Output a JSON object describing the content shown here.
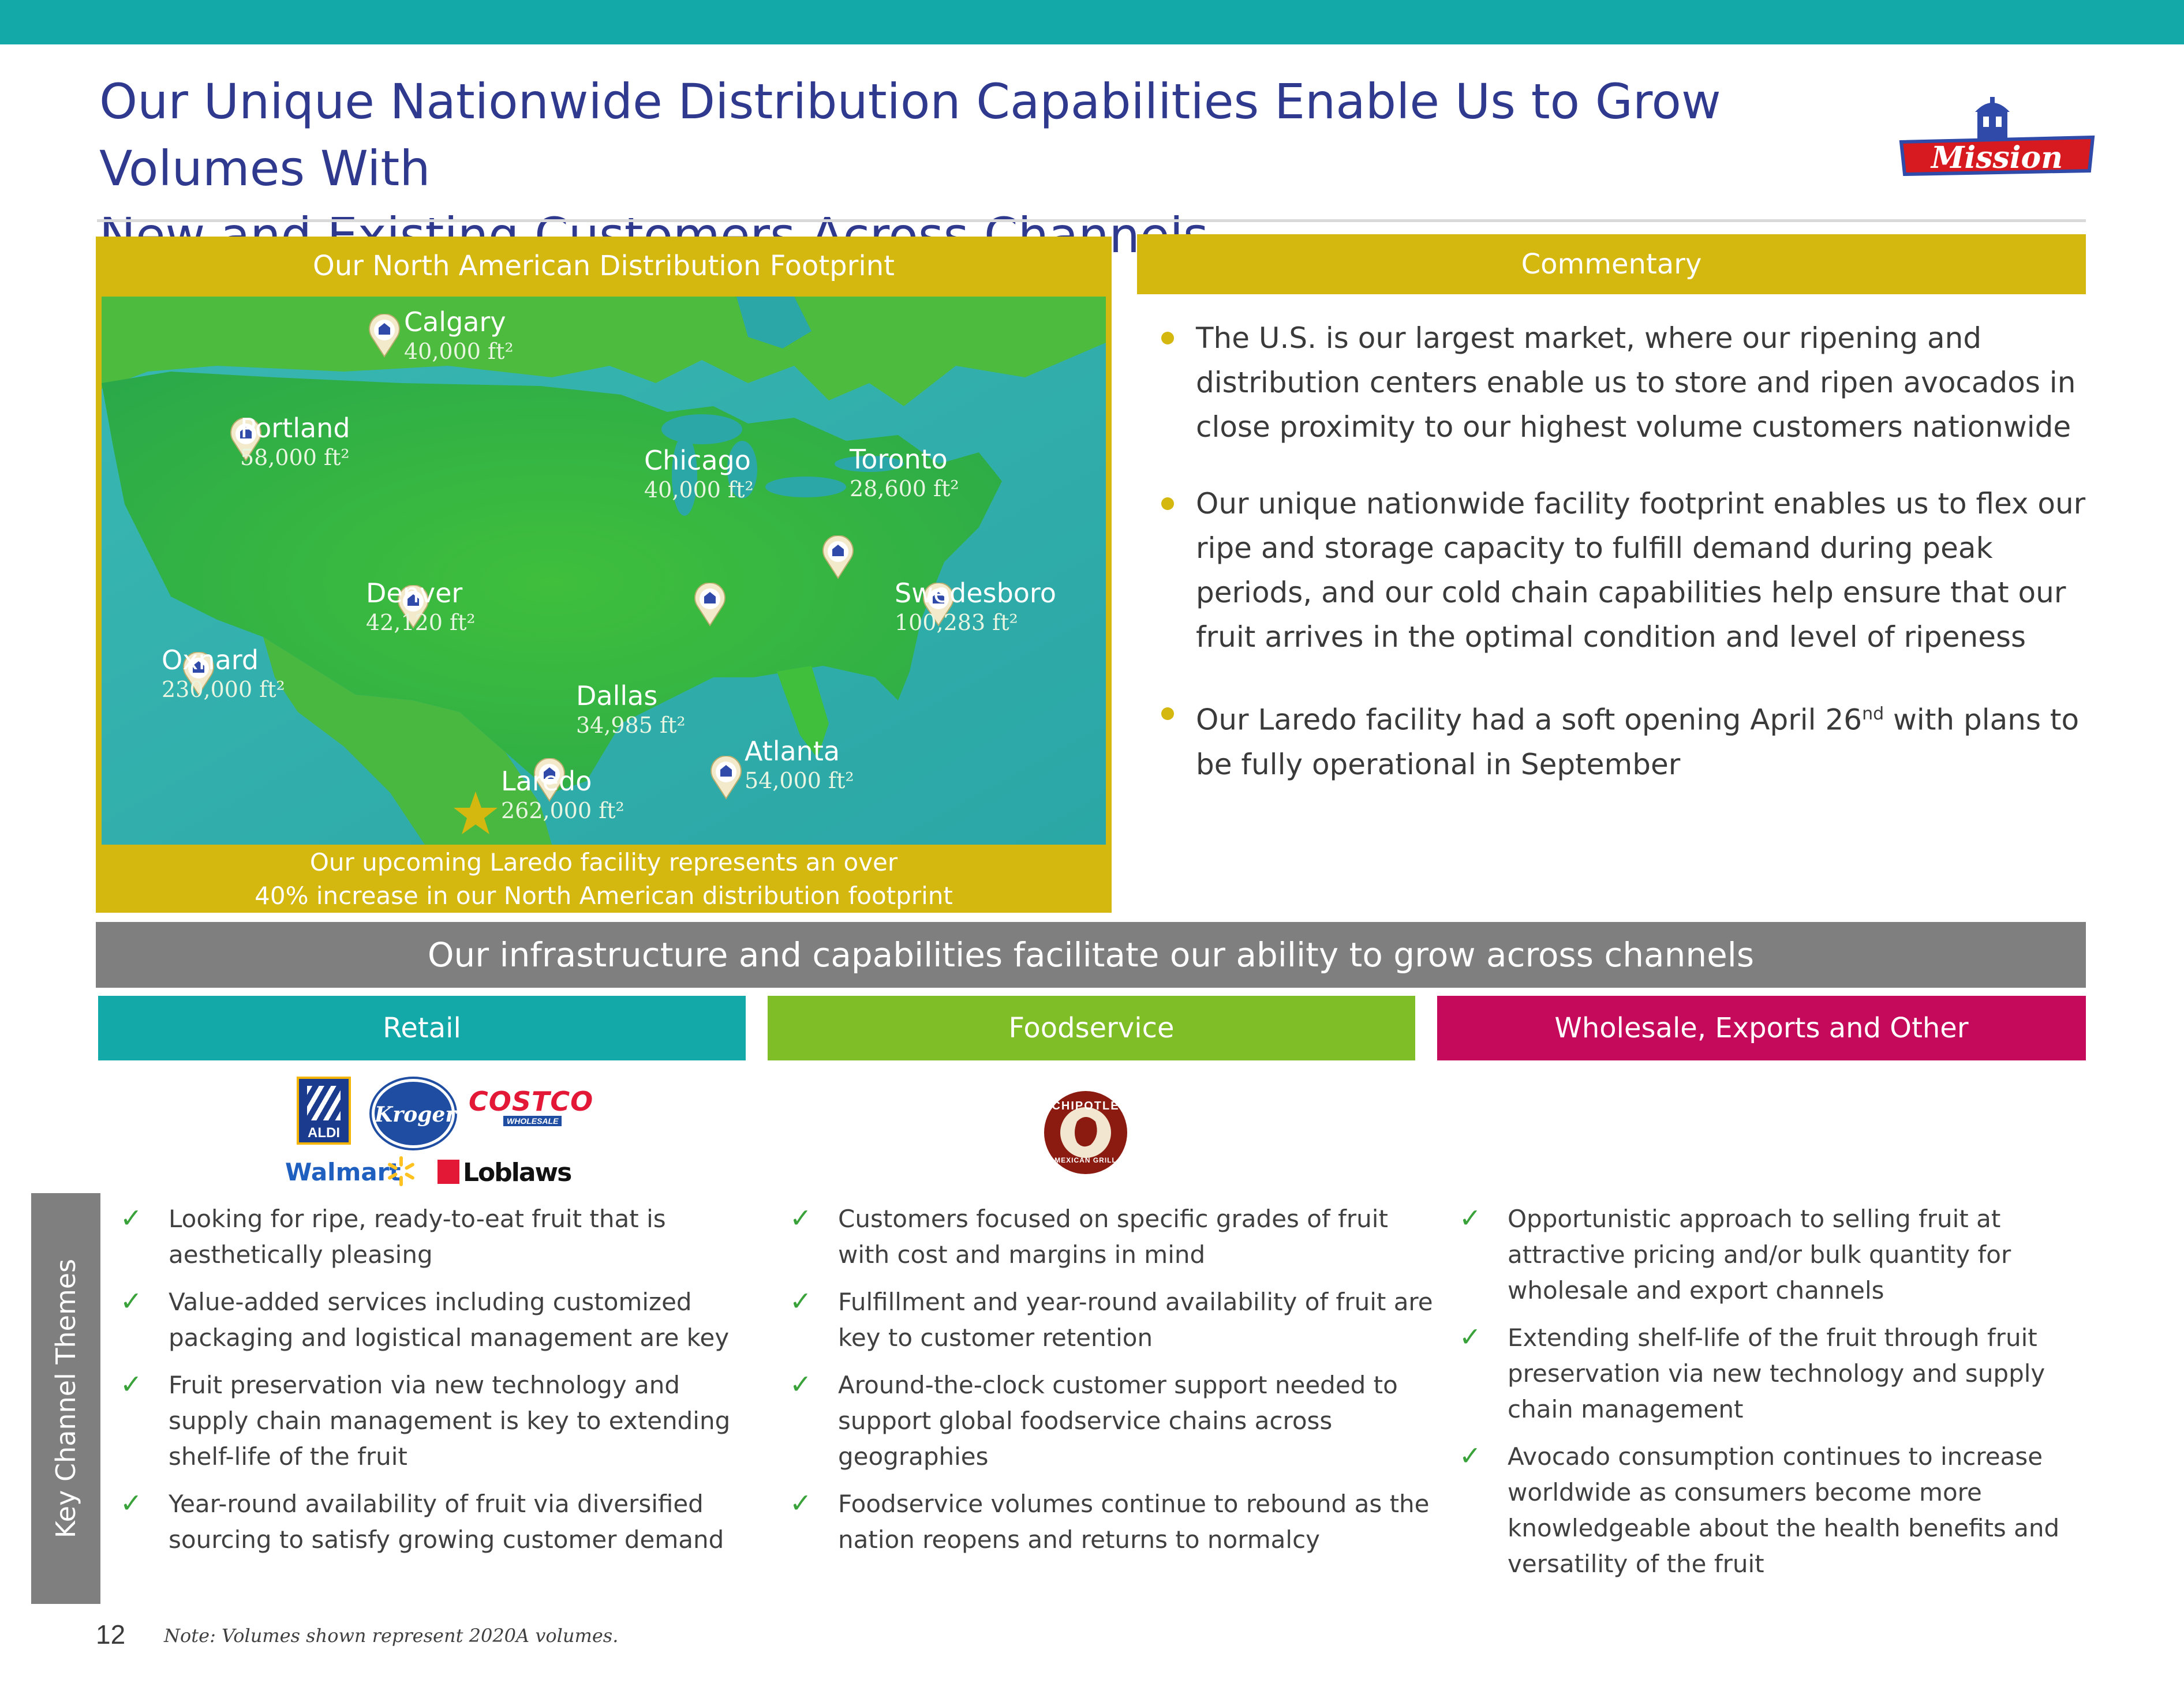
{
  "title": {
    "line1": "Our Unique Nationwide Distribution Capabilities Enable Us to Grow Volumes With",
    "line2": "New and Existing Customers Across Channels"
  },
  "logo": {
    "text": "Mission"
  },
  "map_panel": {
    "header": "Our North American Distribution Footprint",
    "note_line1": "Our upcoming Laredo facility represents an over",
    "note_line2": "40% increase in our North American distribution footprint",
    "cities": [
      {
        "name": "Calgary",
        "area": "40,000 ft²"
      },
      {
        "name": "Portland",
        "area": "58,000 ft²"
      },
      {
        "name": "Chicago",
        "area": "40,000 ft²"
      },
      {
        "name": "Toronto",
        "area": "28,600 ft²"
      },
      {
        "name": "Denver",
        "area": "42,120 ft²"
      },
      {
        "name": "Swedesboro",
        "area": "100,283 ft²"
      },
      {
        "name": "Oxnard",
        "area": "230,000 ft²"
      },
      {
        "name": "Dallas",
        "area": "34,985 ft²"
      },
      {
        "name": "Atlanta",
        "area": "54,000 ft²"
      },
      {
        "name": "Laredo",
        "area": "262,000 ft²"
      }
    ]
  },
  "commentary": {
    "header": "Commentary",
    "bullets": [
      "The U.S. is our largest market, where our ripening and distribution centers enable us to store and ripen avocados in close proximity to our highest volume customers nationwide",
      "Our unique nationwide facility footprint enables us to flex our ripe and storage capacity to fulfill demand during peak periods, and our cold chain capabilities help ensure that our fruit arrives in the optimal condition and level of ripeness"
    ],
    "bullet3_a": "Our Laredo facility had a soft opening April 26",
    "bullet3_sup": "nd",
    "bullet3_b": " with plans to be fully operational in September"
  },
  "infrastructure_bar": "Our infrastructure and capabilities facilitate our ability to grow across channels",
  "channels": [
    {
      "name": "Retail",
      "color": "#12a9a8"
    },
    {
      "name": "Foodservice",
      "color": "#7fbe26"
    },
    {
      "name": "Wholesale, Exports and Other",
      "color": "#c5095b"
    }
  ],
  "retail_logos": {
    "aldi": "ALDI",
    "kroger": "Kroger",
    "costco": "COSTCO",
    "costco_sub": "WHOLESALE",
    "walmart": "Walmart",
    "loblaws": "Loblaws"
  },
  "foodservice_logo": {
    "top": "CHIPOTLE",
    "bottom": "MEXICAN GRILL"
  },
  "key_themes_label": "Key Channel Themes",
  "themes": {
    "retail": [
      "Looking for ripe, ready-to-eat fruit that is aesthetically pleasing",
      "Value-added services including customized packaging and logistical management are key",
      "Fruit preservation via new technology and supply chain management is key to extending shelf-life of the fruit",
      "Year-round availability of fruit via diversified sourcing to satisfy growing customer demand"
    ],
    "foodservice": [
      "Customers focused on specific grades of fruit with cost and margins in mind",
      "Fulfillment and year-round availability of fruit are key to customer retention",
      "Around-the-clock customer support needed to support global foodservice chains across geographies",
      "Foodservice volumes continue to rebound as the nation reopens and returns to normalcy"
    ],
    "wholesale": [
      "Opportunistic approach to selling fruit at attractive pricing and/or bulk quantity for wholesale and export channels",
      "Extending shelf-life of the fruit through fruit preservation via new technology and supply chain management",
      "Avocado consumption continues to increase worldwide as consumers become more knowledgeable about the health benefits and versatility of the fruit"
    ]
  },
  "page_number": "12",
  "footnote": "Note: Volumes shown represent 2020A volumes.",
  "colors": {
    "teal": "#12a9a8",
    "gold": "#d4b70f",
    "title_blue": "#2f3a8f",
    "gray": "#7f7f7f",
    "green": "#7fbe26",
    "magenta": "#c5095b"
  }
}
